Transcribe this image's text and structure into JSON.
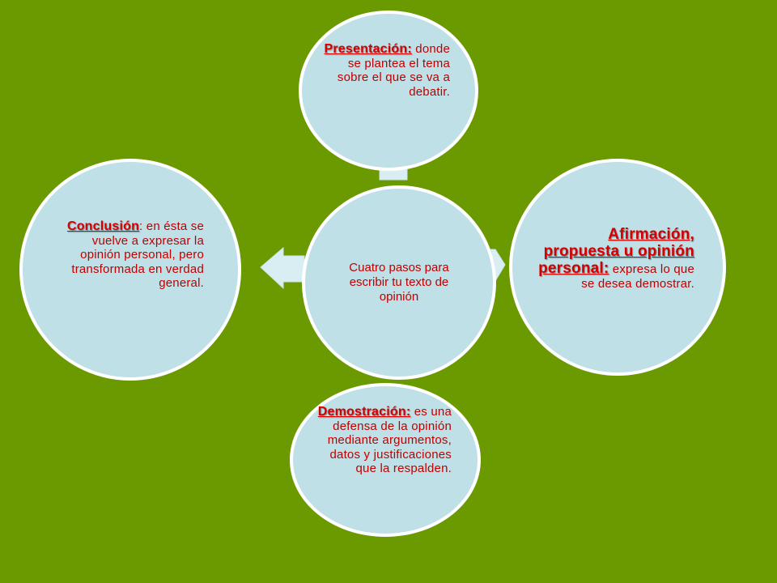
{
  "colors": {
    "background": "#6a9a00",
    "circle_fill": "#bfe0e6",
    "circle_border": "#ffffff",
    "text": "#c00000",
    "arrow": "#d9eef2"
  },
  "diagram": {
    "center": {
      "text": "Cuatro pasos para escribir tu texto de opinión"
    },
    "nodes": {
      "top": {
        "term": "Presentación:",
        "description": "donde se plantea el tema sobre el que se va a debatir."
      },
      "right": {
        "term": "Afirmación, propuesta u opinión personal:",
        "description": "expresa lo que se desea demostrar."
      },
      "bottom": {
        "term": "Demostración:",
        "description": "es una defensa de la opinión mediante argumentos, datos y justificaciones que la respalden."
      },
      "left": {
        "term": "Conclusión",
        "description": ": en ésta se vuelve a expresar la opinión personal, pero transformada en verdad general."
      }
    }
  }
}
